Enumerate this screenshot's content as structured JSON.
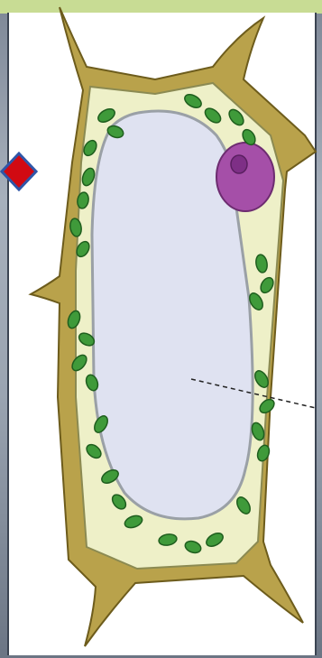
{
  "diagram": {
    "subject": "plant cell",
    "parts": [
      "cell-wall",
      "cytoplasm",
      "central-vacuole",
      "nucleus",
      "nucleolus",
      "chloroplasts",
      "label-leader-line"
    ]
  },
  "colors": {
    "cell_wall": "#b9a24b",
    "cytoplasm": "#eef0c8",
    "vacuole": "#dfe2f1",
    "nucleus": "#a54fa8",
    "chloroplast": "#3f9a3a",
    "pointer_arrow": "#d10a12",
    "pointer_outline": "#2f56a8",
    "top_strip": "#c8dc94"
  },
  "icons": {
    "pointer": "red-diamond-arrow"
  }
}
